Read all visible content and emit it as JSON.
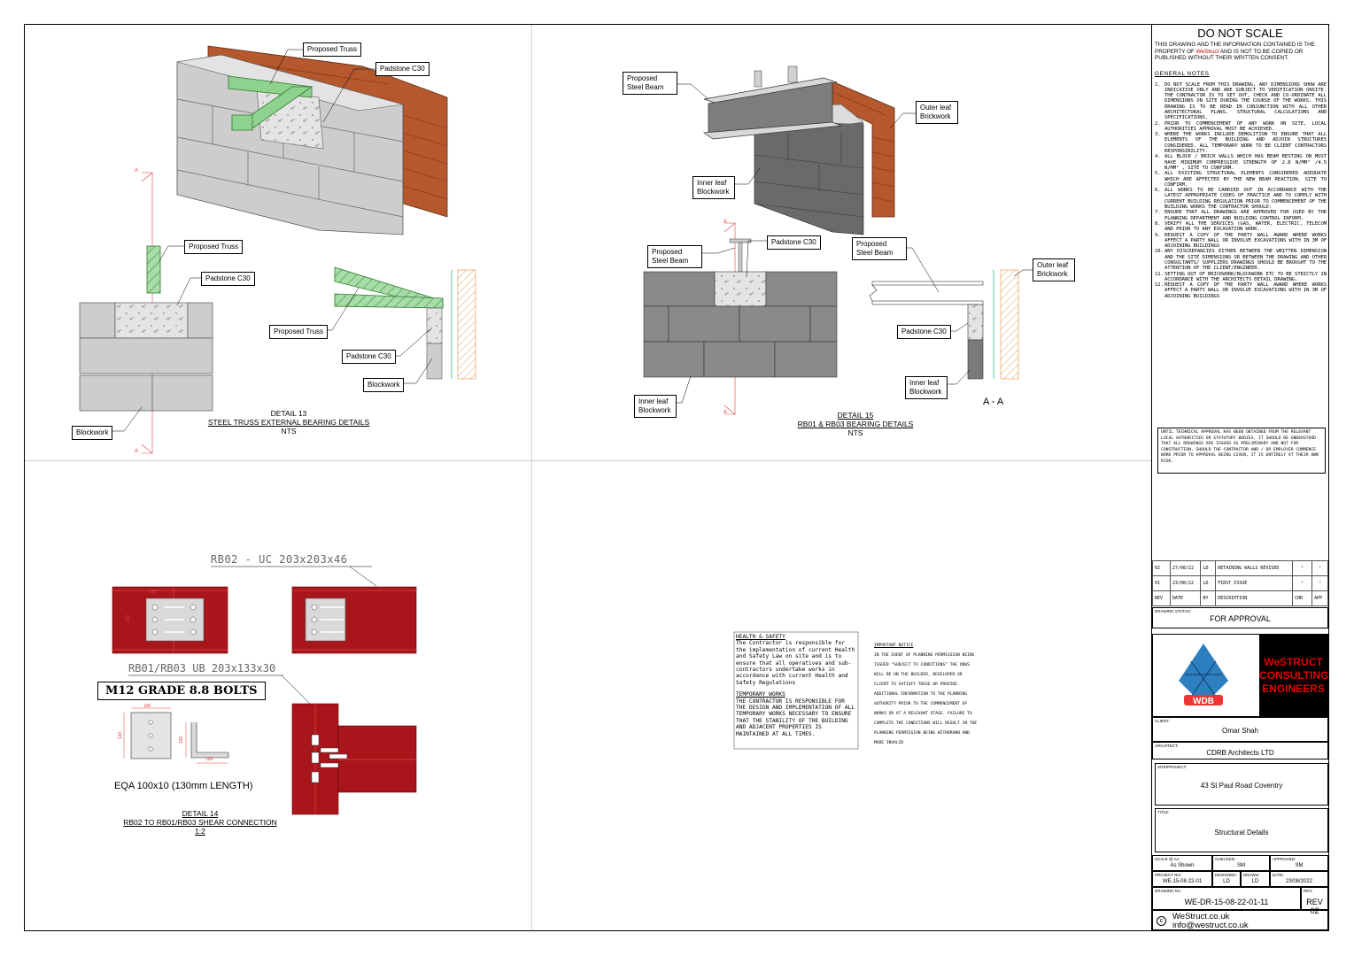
{
  "detail13": {
    "callouts": {
      "proposed_truss_3d": "Proposed Truss",
      "padstone_3d": "Padstone C30",
      "proposed_truss_sec": "Proposed Truss",
      "padstone_sec": "Padstone C30",
      "proposed_truss_side": "Proposed Truss",
      "padstone_side": "Padstone C30",
      "blockwork_side": "Blockwork",
      "blockwork_sec": "Blockwork"
    },
    "section_mark": "A",
    "number": "DETAIL 13",
    "title": "STEEL TRUSS EXTERNAL BEARING DETAILS",
    "scale": "NTS"
  },
  "detail15": {
    "callouts": {
      "steel_beam_3d": "Proposed Steel Beam",
      "outer_leaf_3d": "Outer leaf Brickwork",
      "inner_leaf_3d": "Inner leaf Blockwork",
      "steel_beam_elev": "Proposed Steel Beam",
      "padstone_elev": "Padstone C30",
      "steel_beam_sec": "Proposed Steel Beam",
      "outer_leaf_sec": "Outer leaf Brickwork",
      "padstone_sec": "Padstone C30",
      "inner_leaf_sec": "Inner leaf Blockwork",
      "inner_leaf_elev": "Inner leaf Blockwork"
    },
    "section_mark": "A",
    "section_label": "A - A",
    "number": "DETAIL 15",
    "title": "RB01 & RB03 BEARING DETAILS",
    "scale": "NTS"
  },
  "detail14": {
    "rb02": "RB02 - UC 203x203x46",
    "rb01": "RB01/RB03 UB 203x133x30",
    "bolts": "M12 GRADE 8.8 BOLTS",
    "dims": {
      "d100a": "100",
      "d130": "130",
      "d100b": "100",
      "d100c": "100",
      "d100d": "100",
      "d100e": "100"
    },
    "plate_spec": "EQA 100x10 (130mm LENGTH)",
    "number": "DETAIL 14",
    "title": "RB02 TO RB01/RB03 SHEAR CONNECTION",
    "scale": "1:2"
  },
  "health_safety": {
    "heading": "HEALTH & SAFETY",
    "body": "The Contractor is responsible for the implementation of current Health and Safety Law on site and is to ensure that all operatives and sub-contractors undertake works in accordance with current Health and Safety Regulations",
    "temp_heading": "TEMPORARY WORKS",
    "temp_body": "THE CONTRACTOR IS RESPONSIBLE FOR THE DESIGN AND IMPLEMENTATION OF ALL TEMPORARY WORKS NECESSARY TO ENSURE THAT THE STABILITY OF THE BUILDING AND ADJACENT PROPERTIES IS MAINTAINED AT ALL TIMES."
  },
  "important_notice": {
    "heading": "IMPORTANT NOTICE",
    "body": "IN THE EVENT OF PLANNING PERMISSION BEING ISSUED \"SUBJECT TO CONDITIONS\" THE ONUS WILL BE ON THE BUILDER, DEVELOPER OR CLIENT TO SATISFY THESE OR PROVIDE ADDITIONAL INFORMATION TO THE PLANNING AUTHORITY PRIOR TO THE COMMENCEMENT OF WORKS OR AT A RELEVANT STAGE. FAILURE TO COMPLETE THE CONDITIONS WILL RESULT IN THE PLANNING PERMISSION BEING WITHDRAWN AND MADE INVALID"
  },
  "title_block": {
    "do_not_scale": "DO NOT SCALE",
    "property_1": "THIS DRAWING AND THE INFORMATION CONTAINED IS THE PROPERTY OF ",
    "property_brand": "WeStruct",
    "property_2": " AND IS NOT TO BE COPIED OR PUBLISHED WITHOUT THEIR WRITTEN CONSENT.",
    "general_notes_heading": "GENERAL NOTES",
    "notes": [
      {
        "n": "1.",
        "t": "DO NOT SCALE FROM THIS DRAWING, ANY DIMENSIONS SHOW ARE INDICATIVE ONLY AND ARE SUBJECT TO VERIFICATION ONSITE. THE CONTRACTOR IS TO SET OUT, CHECK AND CO-ORDINATE ALL DIMENSIONS ON SITE DURING THE COURSE OF THE WORKS. THIS DRAWING IS TO BE READ IN CONJUNCTION WITH ALL OTHER ARCHITECTURAL PLANS, STRUCTURAL CALCULATIONS AND SPECIFICATIONS."
      },
      {
        "n": "2.",
        "t": "PRIOR TO COMMENCEMENT OF ANY WORK ON SITE, LOCAL AUTHORITIES APPROVAL MUST BE ACHIEVED."
      },
      {
        "n": "3.",
        "t": "WHERE THE WORKS INCLUDE DEMOLITION TO ENSURE THAT ALL ELEMENTS OF THE BUILDING AND ADJOIN STRUCTURES CONSIDERED. ALL TEMPORARY WORK TO BE CLIENT CONTRACTORS RESPONSIBILITY."
      },
      {
        "n": "4.",
        "t": "ALL BLOCK / BRICK WALLS WHICH HAS BEAM RESTING ON MUST HAVE MINIMUM COMPRESSIVE STRENGTH OF 2.8 N/MM² /4.5 N/MM² , SITE TO CONFIRM."
      },
      {
        "n": "5.",
        "t": "ALL EXISTING STRUCTURAL ELEMENTS CONSIDERED ADEQUATE WHICH ARE AFFECTED BY THE NEW BEAM REACTION. SITE TO CONFIRM."
      },
      {
        "n": "6.",
        "t": "ALL WORKS TO BE CARRIED OUT IN ACCORDANCE WITH THE LATEST APPROPRIATE CODES OF PRACTICE AND TO COMPLY WITH CURRENT BUILDING REGULATION PRIOR TO COMMENCEMENT OF THE BUILDING WORKS THE CONTRACTOR SHOULD:"
      },
      {
        "n": "7.",
        "t": "ENSURE THAT ALL DRAWINGS ARE APPROVED FOR USED BY THE PLANNING DEPARTMENT AND BUILDING CONTROL INFORM."
      },
      {
        "n": "8.",
        "t": "VERIFY ALL THE SERVICES (GAS, WATER, ELECTRIC, TELECOM AND PRIOR TO ANY EXCAVATION WORK."
      },
      {
        "n": "9.",
        "t": "REQUEST A COPY OF THE PARTY WALL AWARD WHERE WORKS AFFECT A PARTY WALL OR INVOLVE EXCAVATIONS WITH IN 3M OF ADJOINING BUILDINGS"
      },
      {
        "n": "10.",
        "t": "ANY DISCREPANCIES EITHER BETWEEN THE WRITTEN DIMENSION AND THE SITE DIMENSIONS OR BETWEEN THE DRAWING AND OTHER CONSULTANTS/ SUPPLIERS DRAWINGS SHOULD BE BROUGHT TO THE ATTENTION OF THE CLIENT/ENGINEER."
      },
      {
        "n": "11.",
        "t": "SETTING OUT OF BRICKWORK/BLOCKWORK ETC TO BE STRICTLY IN ACCORDANCE WITH THE ARCHITECTS DETAIL DRAWING."
      },
      {
        "n": "12.",
        "t": "REQUEST A COPY OF THE PARTY WALL AWARD WHERE WORKS AFFECT A PARTY WALL OR INVOLVE EXCAVATIONS WITH IN 3M OF ADJOINING BUILDINGS"
      }
    ],
    "approval_notice": "UNTIL TECHNICAL APPROVAL HAS BEEN OBTAINED FROM THE RELEVANT LOCAL AUTHORITIES OR STATUTORY BODIES, IT SHOULD BE UNDERSTOOD THAT ALL DRAWINGS ARE ISSUED AS PRELIMINARY AND NOT FOR CONSTRUCTION. SHOULD THE CONTRACTOR AND / OR EMPLOYER COMMENCE WORK PRIOR TO APPROVAL BEING GIVEN, IT IS ENTIRELY AT THEIR OWN RISK.",
    "revisions": [
      {
        "rev": "02",
        "date": "27/08/22",
        "by": "LD",
        "desc": "RETAINING WALLS REVISED",
        "chk": "*",
        "app": "*"
      },
      {
        "rev": "01",
        "date": "23/08/22",
        "by": "LD",
        "desc": "FIRST ISSUE",
        "chk": "*",
        "app": "*"
      }
    ],
    "rev_headers": {
      "rev": "REV",
      "date": "DATE",
      "by": "BY",
      "desc": "DESCRIPTION",
      "chk": "CHK",
      "app": "APP"
    },
    "drawing_status_label": "DRAWING STATUS:",
    "drawing_status": "FOR APPROVAL",
    "logo_text": "WDB",
    "company": [
      "WeSTRUCT",
      "CONSULTING",
      "ENGINEERS"
    ],
    "client_label": "CLIENT:",
    "client": "Omar Shah",
    "architect_label": "ARCHITECT:",
    "architect": "CDRB Architects LTD",
    "site_label": "SITE/PROJECT:",
    "site": "43 St Paul Road Coventry",
    "title_label": "TITLE:",
    "title": "Structural Details",
    "scale_label": "SCALE @ A1:",
    "scale": "As Shown",
    "checked_label": "CHECKED:",
    "checked": "SM",
    "approved_label": "APPROVED:",
    "approved": "SM",
    "project_no_label": "PROJECT NO:",
    "project_no": "WE-15-08-22-01",
    "designed_label": "DESIGNED:",
    "designed": "LD",
    "drawn_label": "DRAWN:",
    "drawn": "LD",
    "date_label": "DATE:",
    "date": "23/08/2022",
    "drawing_no_label": "DRAWING No:",
    "drawing_no": "WE-DR-15-08-22-01-11",
    "rev_label": "REV:",
    "rev": "REV 02",
    "copyright": "c",
    "website": "WeStruct.co.uk",
    "email": "info@westruct.co.uk"
  },
  "colors": {
    "brick": "#b5582e",
    "block": "#c9c9c9",
    "block_dark": "#5a5a5a",
    "truss_green": "#8fd18f",
    "steel_red": "#a8151b",
    "brand_red": "#e00000",
    "logo_blue": "#2e7fc0"
  }
}
